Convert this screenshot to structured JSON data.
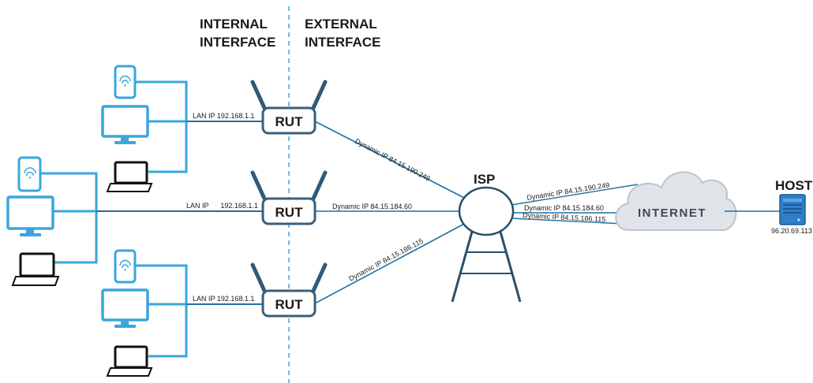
{
  "headers": {
    "internal_line1": "INTERNAL",
    "internal_line2": "INTERFACE",
    "external_line1": "EXTERNAL",
    "external_line2": "INTERFACE"
  },
  "routers": [
    {
      "label": "RUT",
      "lan_label": "LAN IP  192.168.1.1",
      "wan_label": "Dynamic  IP 84.15.190.249"
    },
    {
      "label": "RUT",
      "lan_label": "LAN IP      192.168.1.1",
      "wan_label": "Dynamic IP 84.15.184.60"
    },
    {
      "label": "RUT",
      "lan_label": "LAN IP 192.168.1.1",
      "wan_label": "Dynamic  IP 84.15.186.115"
    }
  ],
  "isp": {
    "label": "ISP",
    "links": [
      "Dynamic  IP 84.15.190.249",
      "Dynamic IP 84.15.184.60",
      "Dynamic  IP 84.15.186.115"
    ]
  },
  "internet": {
    "label": "INTERNET"
  },
  "host": {
    "label": "HOST",
    "ip": "96.20.69.113"
  },
  "colors": {
    "line_blue": "#1f6fa0",
    "device_blue": "#3aa6dc",
    "divider": "#4aa3d8",
    "router_stroke": "#3a5f7a",
    "cloud": "#dfe3e8",
    "host": "#2e7fc6"
  },
  "icons": [
    "smartphone-icon",
    "monitor-icon",
    "laptop-icon",
    "router-icon",
    "isp-tower-icon",
    "cloud-icon",
    "server-icon"
  ]
}
